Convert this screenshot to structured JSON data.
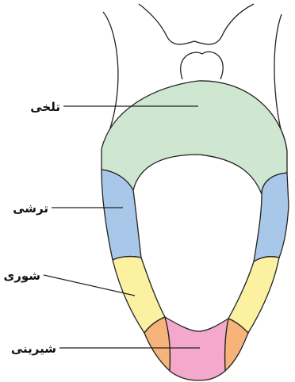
{
  "labels": {
    "bitter": "تلخی",
    "sour": "ترشی",
    "salty": "شوری",
    "sweet": "شیرینی"
  },
  "colors": {
    "bitter": "#cfe6d1",
    "sour": "#a9c7e8",
    "salty": "#fbf1a0",
    "sweet_side": "#f6b47a",
    "sweet_tip": "#f4a8cc",
    "outline": "#222222"
  }
}
